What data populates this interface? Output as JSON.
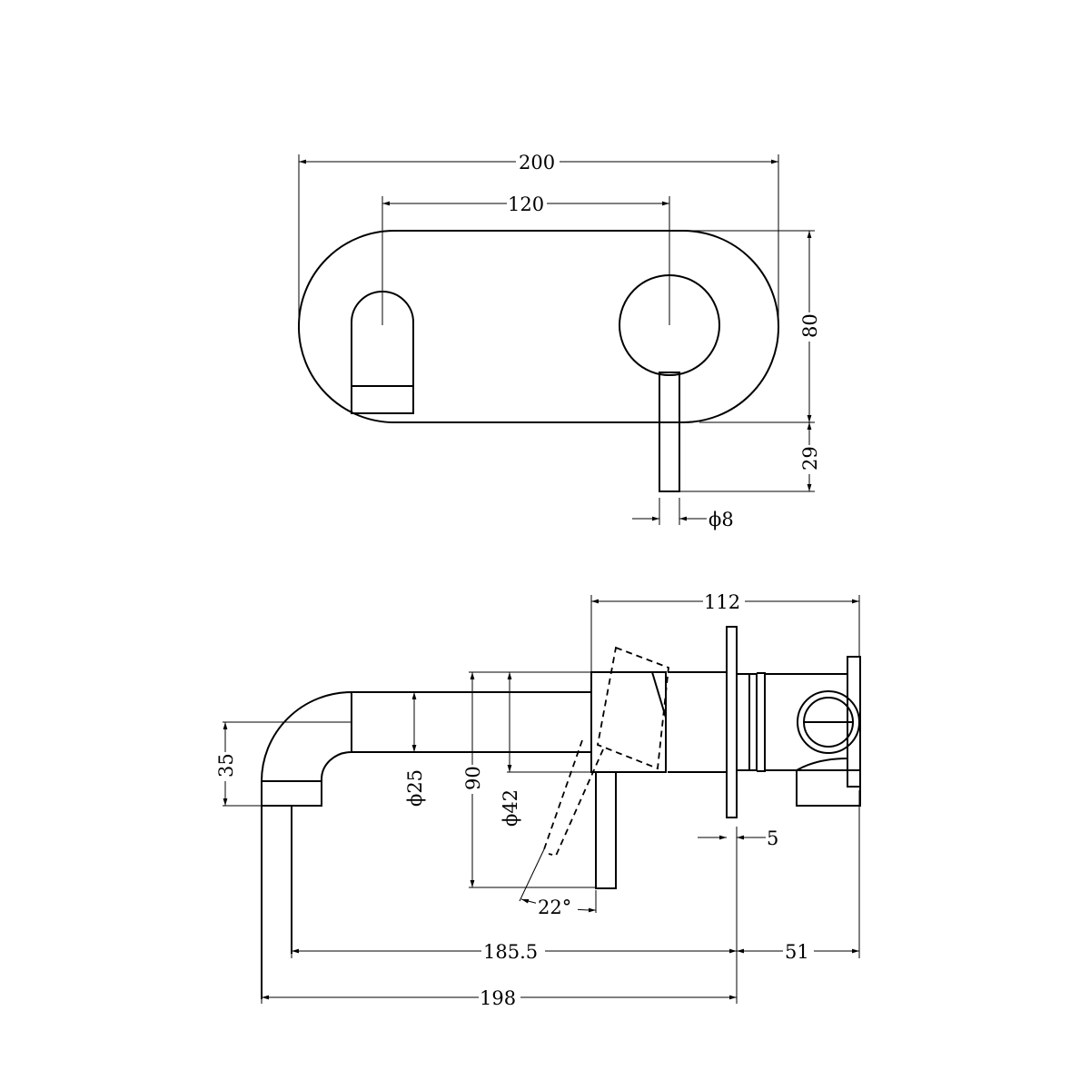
{
  "colors": {
    "line": "#000000",
    "background": "#ffffff"
  },
  "top_view": {
    "overall_width": "200",
    "spout_to_handle": "120",
    "plate_height": "80",
    "lever_drop": "29",
    "lever_diameter": "ϕ8"
  },
  "side_view": {
    "mixer_depth": "112",
    "plate_thickness": "5",
    "spout_height": "35",
    "spout_diameter": "ϕ25",
    "handle_height": "90",
    "handle_diameter": "ϕ42",
    "lever_angle": "22°",
    "spout_reach": "185.5",
    "body_depth": "51",
    "total_reach": "198"
  }
}
